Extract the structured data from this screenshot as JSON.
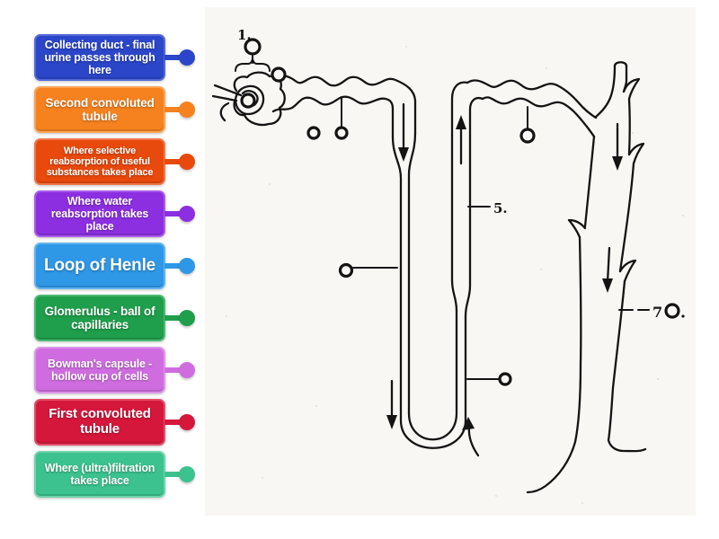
{
  "activity": {
    "name": "labelled-diagram",
    "topic": "nephron / kidney tubule"
  },
  "labels": [
    {
      "text": "Collecting duct - final urine passes through here",
      "color": "#2b46c8",
      "border": "#5468d9",
      "size": "s"
    },
    {
      "text": "Second convoluted tubule",
      "color": "#f5821f",
      "border": "#f9a455",
      "size": "m"
    },
    {
      "text": "Where selective reabsorption of useful substances takes place",
      "color": "#e8490c",
      "border": "#f0764a",
      "size": "xs"
    },
    {
      "text": "Where water reabsorption takes place",
      "color": "#8c2fe0",
      "border": "#a95ceb",
      "size": "s"
    },
    {
      "text": "Loop of Henle",
      "color": "#2e97e6",
      "border": "#62b4ef",
      "size": "xl"
    },
    {
      "text": "Glomerulus - ball of capillaries",
      "color": "#1f9e4b",
      "border": "#4cba74",
      "size": "m"
    },
    {
      "text": "Bowman's capsule - hollow cup of cells",
      "color": "#cf6de0",
      "border": "#dd94ea",
      "size": "s"
    },
    {
      "text": "First convoluted tubule",
      "color": "#d5173c",
      "border": "#e34e67",
      "size": "l"
    },
    {
      "text": "Where (ultra)filtration takes place",
      "color": "#3cc28e",
      "border": "#6fd4ac",
      "size": "s"
    }
  ],
  "diagram": {
    "paper_color": "#f8f7f4",
    "ink_color": "#141414",
    "numbers": [
      {
        "text": "1."
      },
      {
        "text": "5."
      },
      {
        "text": "7"
      }
    ],
    "drop_zones": 9
  }
}
